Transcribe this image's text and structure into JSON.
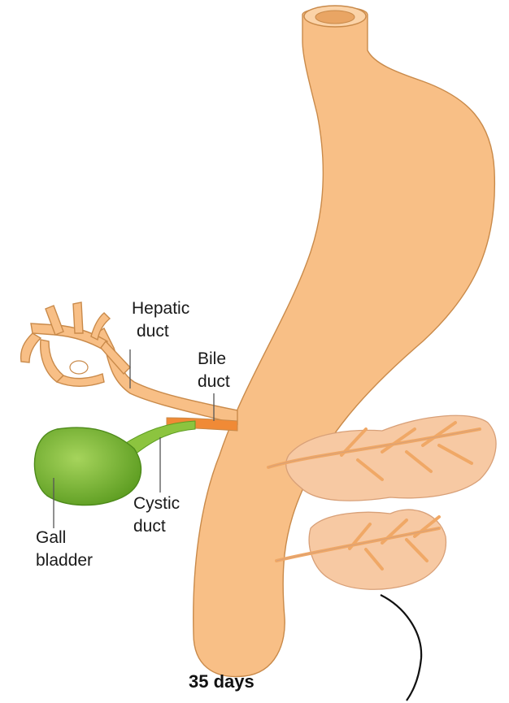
{
  "labels": {
    "hepatic_duct": [
      "Hepatic",
      "duct"
    ],
    "bile_duct": [
      "Bile",
      "duct"
    ],
    "cystic_duct": [
      "Cystic",
      "duct"
    ],
    "gall_bladder": [
      "Gall",
      "bladder"
    ]
  },
  "caption": "35 days",
  "colors": {
    "gut": "#f8bf86",
    "gut_outline": "#c98a4a",
    "gall_bladder": "#7fbf3a",
    "bile_duct": "#f08a36",
    "pancreas": "#f7c9a3",
    "pancreas_duct": "#f0a866"
  }
}
